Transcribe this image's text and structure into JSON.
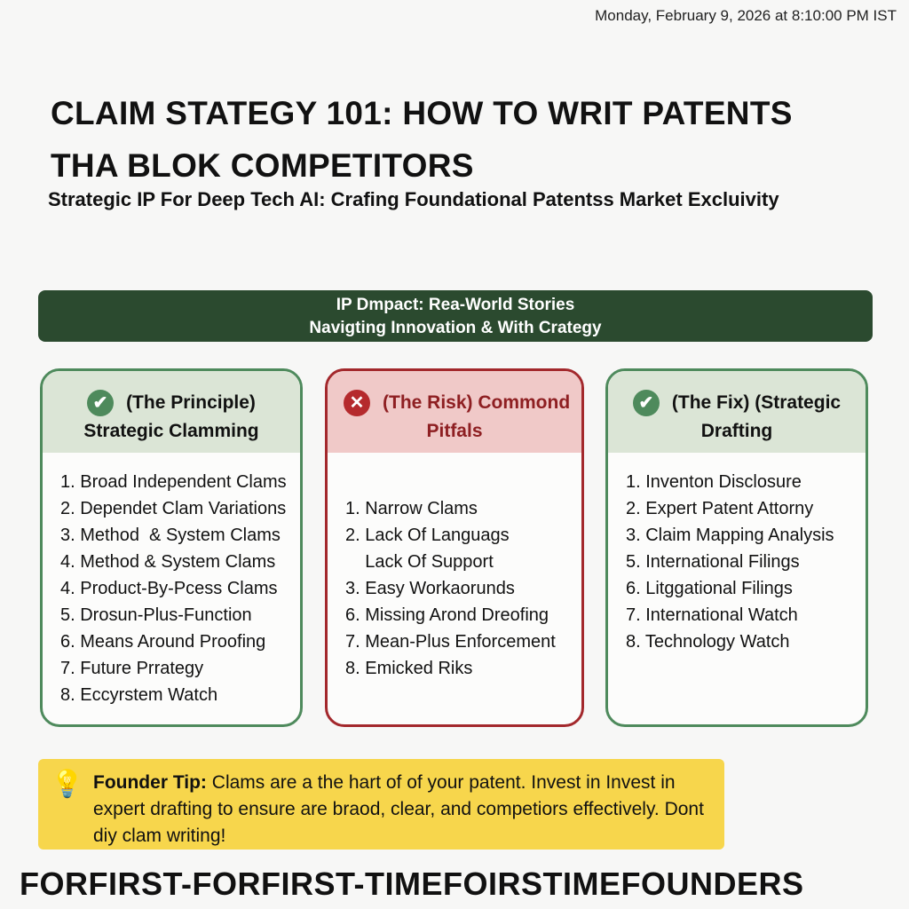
{
  "timestamp": "Monday, February 9, 2026 at 8:10:00 PM IST",
  "title": {
    "line1": "CLAIM STATEGY 101: HOW TO WRIT PATENTS",
    "line2": "THA BLOK COMPETITORS"
  },
  "subtitle": "Strategic IP For Deep Tech AI: Crafing Foundational Patentss Market Excluivity",
  "banner": {
    "line1": "IP Dmpact: Rea-World Stories",
    "line2": "Navigting Innovation & With Crategy"
  },
  "cards": [
    {
      "icon": "check-circle-icon",
      "line1": "(The Principle)",
      "line2": "Strategic Clamming",
      "items": [
        "1. Broad Independent Clams",
        "2. Dependet Clam Variations",
        "3. Method  & System Clams",
        "4. Method & System Clams",
        "4. Product-By-Pcess Clams",
        "5. Drosun-Plus-Function",
        "6. Means Around Proofing",
        "7. Future Prrategy",
        "8. Eccyrstem Watch"
      ]
    },
    {
      "icon": "x-circle-icon",
      "line1": "(The Risk) Commond",
      "line2": "Pitfals",
      "items": [
        "1. Narrow Clams",
        "2. Lack Of Languags",
        "    Lack Of Support",
        "3. Easy Workaorunds",
        "6. Missing Arond Dreofing",
        "7. Mean-Plus Enforcement",
        "8. Emicked Riks"
      ]
    },
    {
      "icon": "check-circle-icon",
      "line1": "(The Fix) (Strategic",
      "line2": "Drafting",
      "items": [
        "1. Inventon Disclosure",
        "2. Expert Patent Attorny",
        "3. Claim Mapping Analysis",
        "5. International Filings",
        "6. Litggational Filings",
        "7. International Watch",
        "8. Technology Watch"
      ]
    }
  ],
  "tip": {
    "label": "Founder Tip:",
    "text": " Clams are a the hart of of your patent. Invest in Invest in expert drafting to ensure are braod, clear, and competiors effectively. Dont diy clam writing!"
  },
  "footer": "FORFIRST-FORFIRST-TIMEFOIRSTIMEFOUNDERS"
}
